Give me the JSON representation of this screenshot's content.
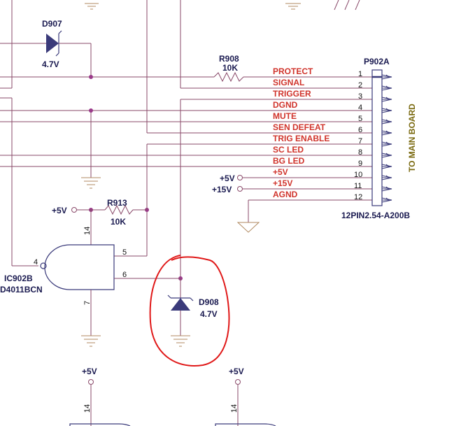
{
  "d907": {
    "name": "D907",
    "value": "4.7V"
  },
  "d908": {
    "name": "D908",
    "value": "4.7V"
  },
  "r908": {
    "name": "R908",
    "value": "10K"
  },
  "r913": {
    "name": "R913",
    "value": "10K"
  },
  "connector": {
    "name": "P902A",
    "part": "12PIN2.54-A200B",
    "side_label": "TO MAIN BOARD",
    "pins": [
      {
        "num": "1",
        "signal": "PROTECT"
      },
      {
        "num": "2",
        "signal": "SIGNAL"
      },
      {
        "num": "3",
        "signal": "TRIGGER"
      },
      {
        "num": "4",
        "signal": "DGND"
      },
      {
        "num": "5",
        "signal": "MUTE"
      },
      {
        "num": "6",
        "signal": "SEN DEFEAT"
      },
      {
        "num": "7",
        "signal": "TRIG ENABLE"
      },
      {
        "num": "8",
        "signal": "SC LED"
      },
      {
        "num": "9",
        "signal": "BG LED"
      },
      {
        "num": "10",
        "signal": "+5V"
      },
      {
        "num": "11",
        "signal": "+15V"
      },
      {
        "num": "12",
        "signal": "AGND"
      }
    ]
  },
  "supplies": {
    "p5v": "+5V",
    "p15v": "+15V"
  },
  "gate": {
    "name": "IC902B",
    "part": "D4011BCN",
    "pin_in": "4",
    "pin_a": "5",
    "pin_b": "6",
    "pin_vdd": "14",
    "pin_vss": "7"
  },
  "bottom": {
    "pin14": "14"
  }
}
